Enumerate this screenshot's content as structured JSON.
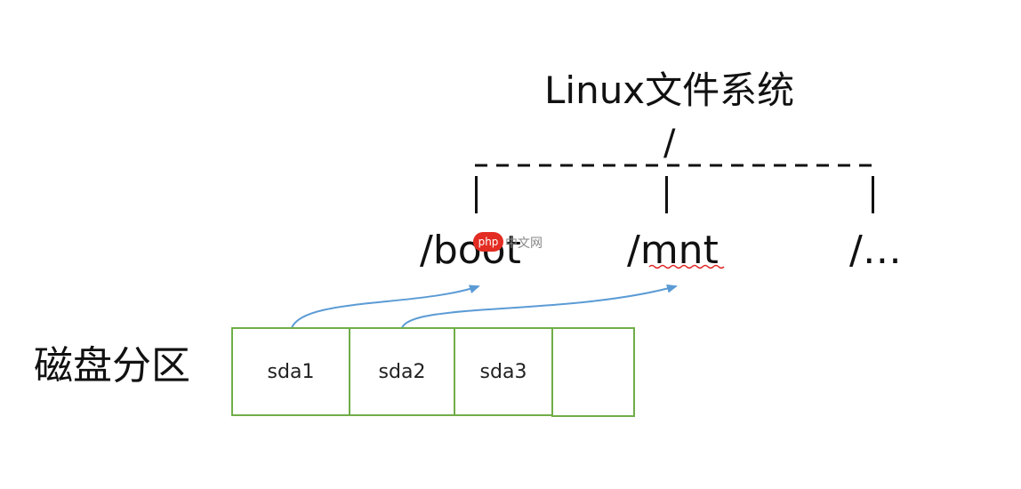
{
  "title": "Linux文件系统",
  "root": "/",
  "directories": [
    "/boot",
    "/mnt",
    "/…"
  ],
  "disk_label": "磁盘分区",
  "partitions": [
    "sda1",
    "sda2",
    "sda3",
    ""
  ],
  "watermark": {
    "badge": "php",
    "text": "中文网"
  },
  "mappings": [
    {
      "from": "sda1",
      "to": "/boot"
    },
    {
      "from": "sda2",
      "to": "/mnt"
    }
  ],
  "colors": {
    "partition_border": "#70ad47",
    "arrow": "#5b9bd5",
    "text": "#111111",
    "spellcheck": "#e02020"
  }
}
